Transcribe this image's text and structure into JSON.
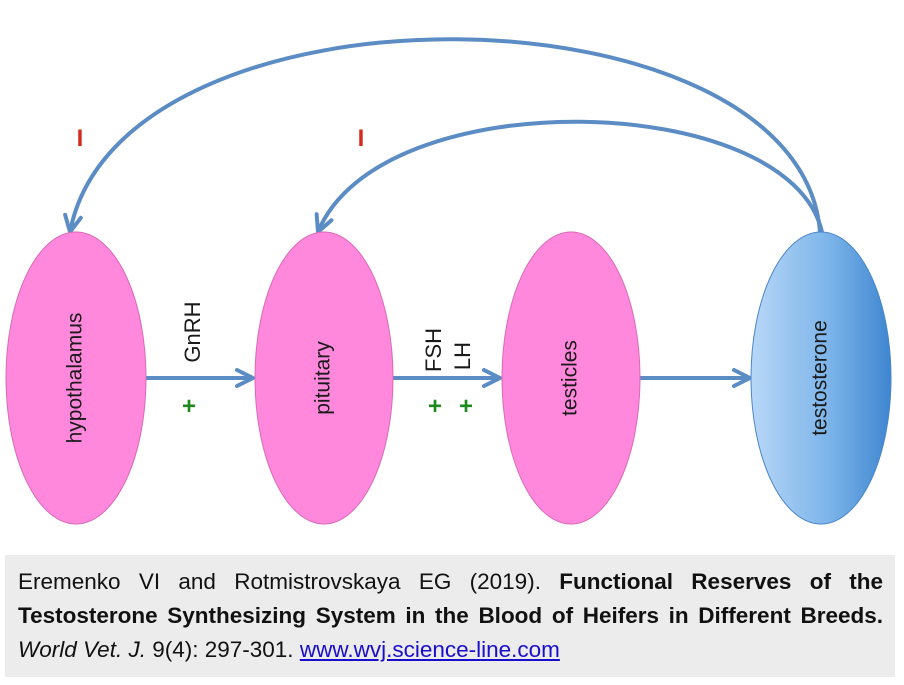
{
  "nodes": {
    "hypothalamus": "hypothalamus",
    "pituitary": "pituitary",
    "testicles": "testicles",
    "testosterone": "testosterone"
  },
  "hormones": {
    "gnrh": "GnRH",
    "fsh": "FSH",
    "lh": "LH"
  },
  "signs": {
    "inhibit_hypothalamus": "I",
    "inhibit_pituitary": "I",
    "stim_gnrh": "+",
    "stim_fsh": "+",
    "stim_lh": "+"
  },
  "colors": {
    "gland_fill": "#ff88dd",
    "testosterone_fill": "#6aaae6",
    "arrow": "#5b8cc4",
    "inhibit": "#d42b1e",
    "stimulate": "#1e8a1e"
  },
  "citation": {
    "authors": "Eremenko VI and Rotmistrovskaya EG (2019).",
    "title": "Functional Reserves of the Testosterone Synthesizing System in the Blood of Heifers in Different Breeds.",
    "journal": "World Vet. J.",
    "volume_pages": "9(4): 297-301.",
    "url": "www.wvj.science-line.com"
  }
}
